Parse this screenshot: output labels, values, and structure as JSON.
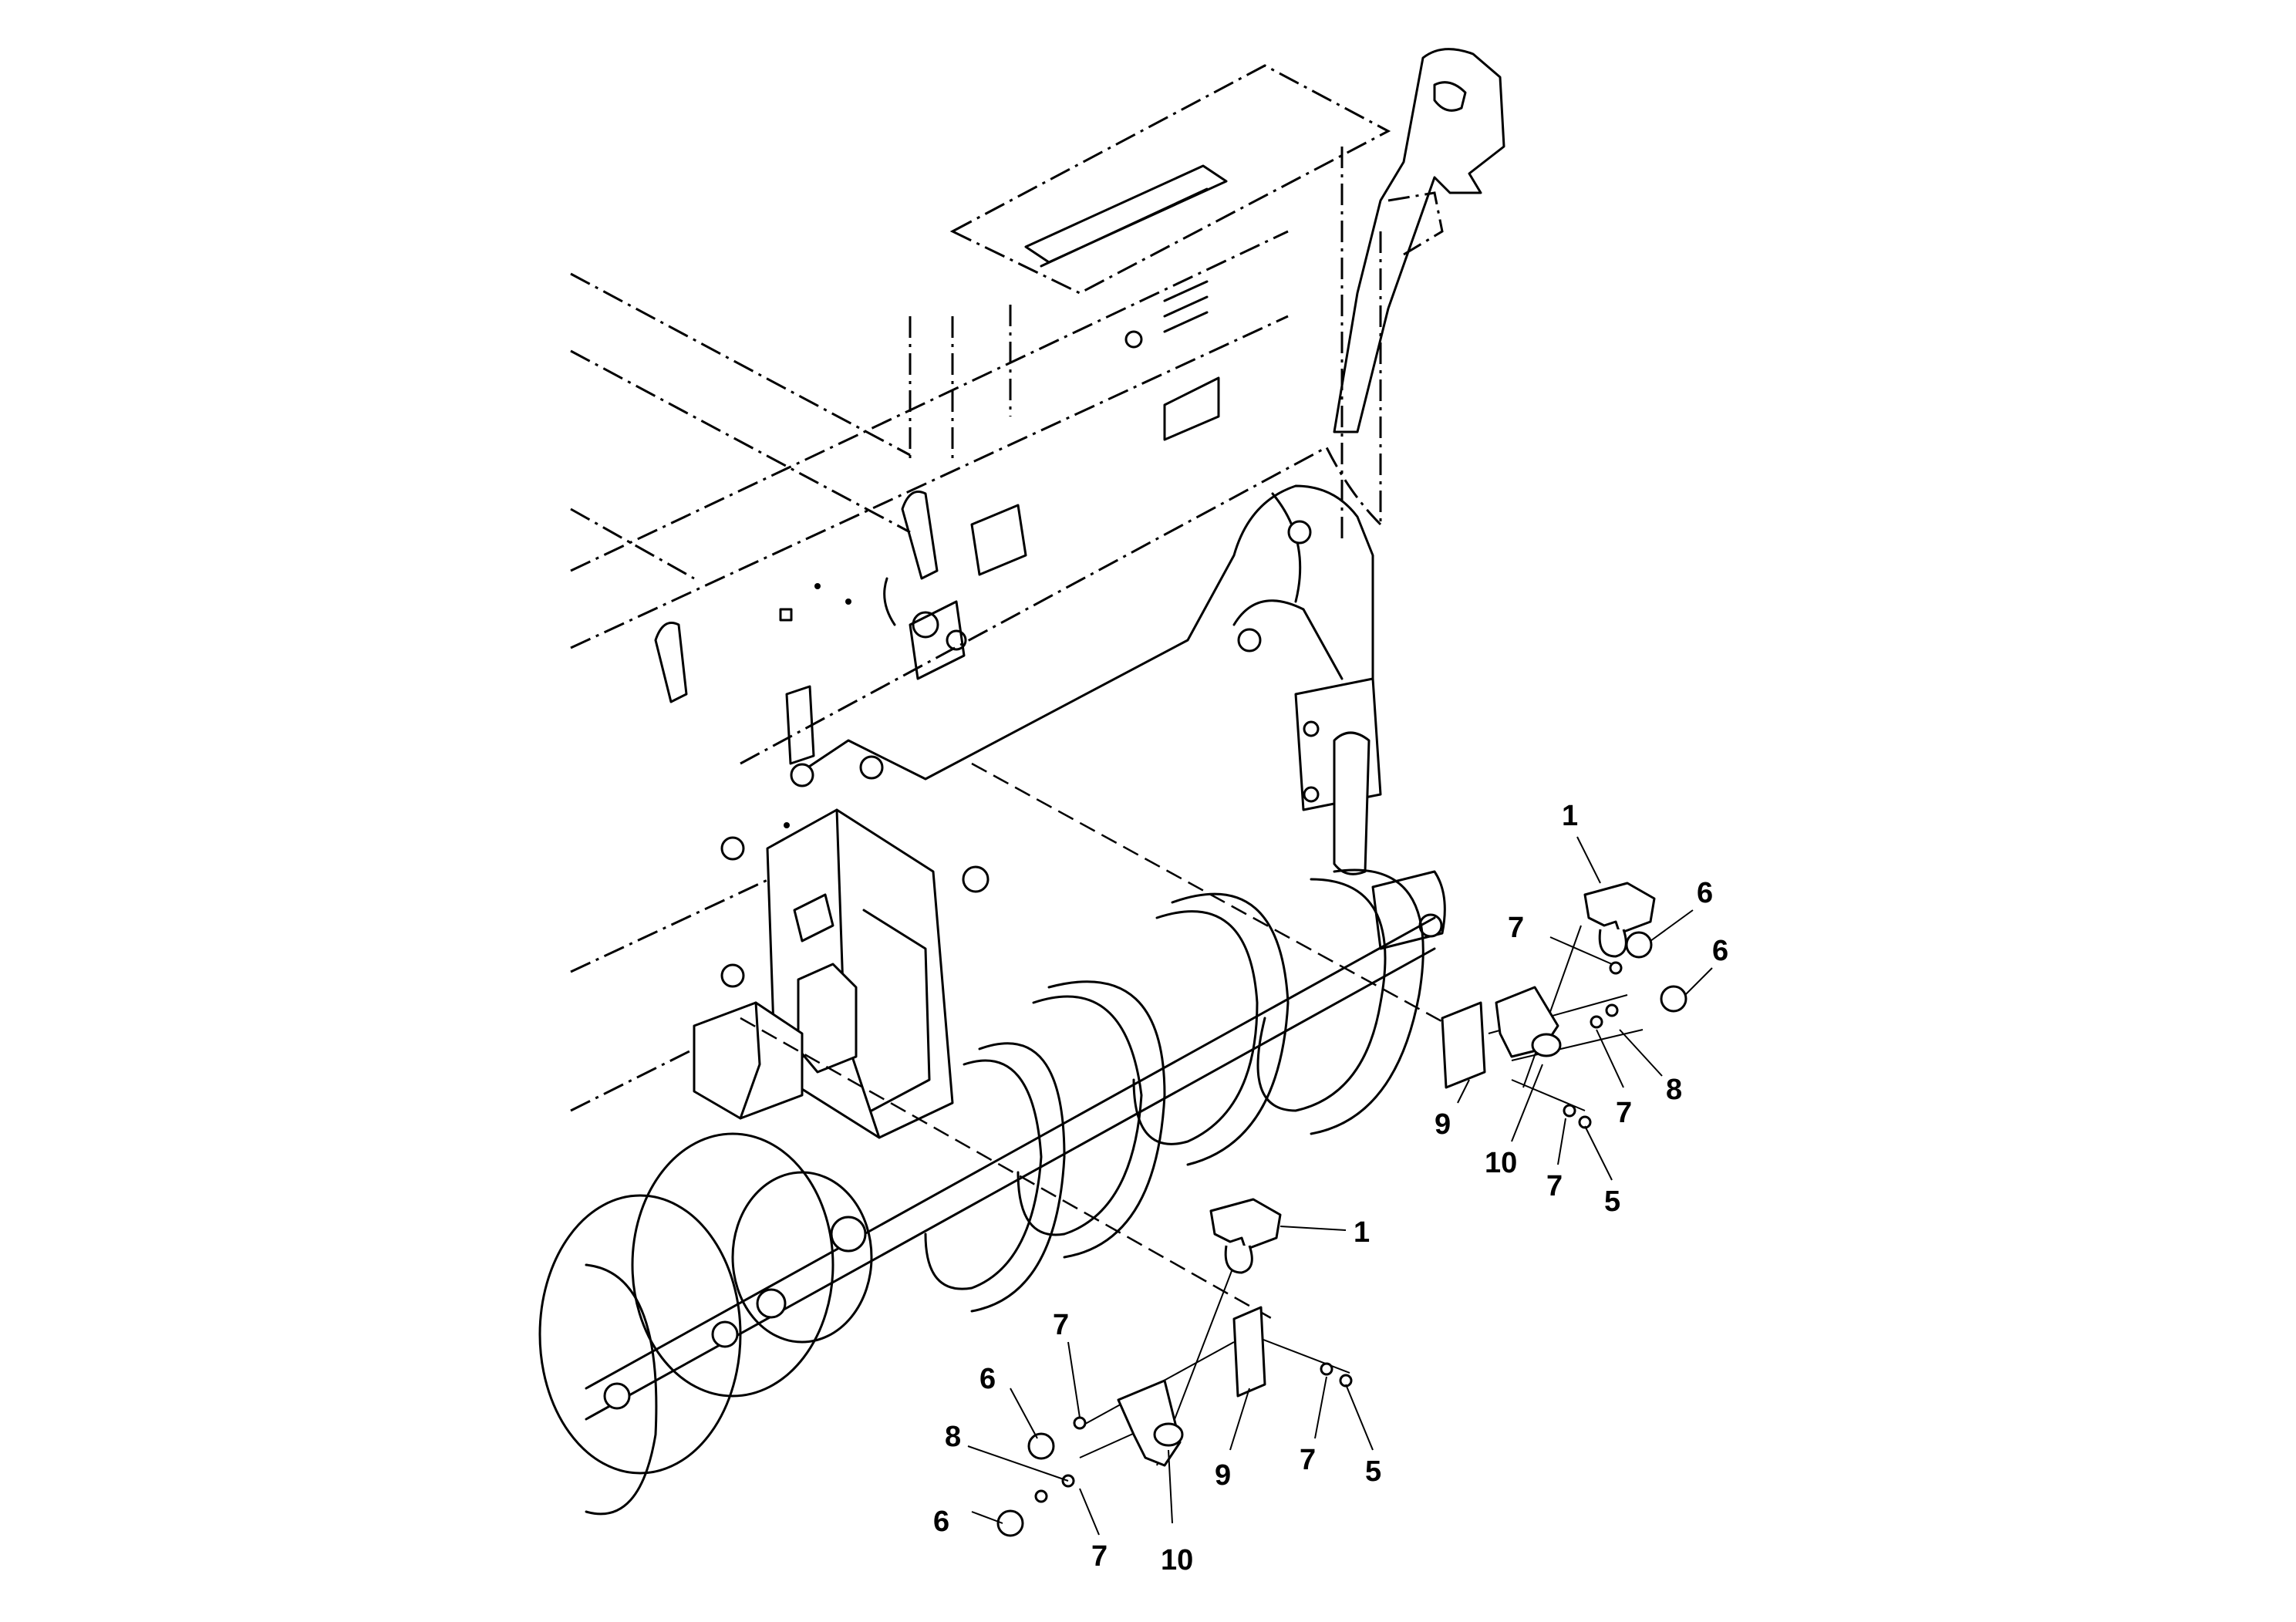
{
  "diagram": {
    "callouts": [
      {
        "id": "c1a",
        "label": "1"
      },
      {
        "id": "c6a",
        "label": "6"
      },
      {
        "id": "c7a",
        "label": "7"
      },
      {
        "id": "c6b",
        "label": "6"
      },
      {
        "id": "c8a",
        "label": "8"
      },
      {
        "id": "c7b",
        "label": "7"
      },
      {
        "id": "c9a",
        "label": "9"
      },
      {
        "id": "c10a",
        "label": "10"
      },
      {
        "id": "c7c",
        "label": "7"
      },
      {
        "id": "c5a",
        "label": "5"
      },
      {
        "id": "c1b",
        "label": "1"
      },
      {
        "id": "c7d",
        "label": "7"
      },
      {
        "id": "c6c",
        "label": "6"
      },
      {
        "id": "c8b",
        "label": "8"
      },
      {
        "id": "c9b",
        "label": "9"
      },
      {
        "id": "c7e",
        "label": "7"
      },
      {
        "id": "c5b",
        "label": "5"
      },
      {
        "id": "c6d",
        "label": "6"
      },
      {
        "id": "c7f",
        "label": "7"
      },
      {
        "id": "c10b",
        "label": "10"
      }
    ]
  }
}
